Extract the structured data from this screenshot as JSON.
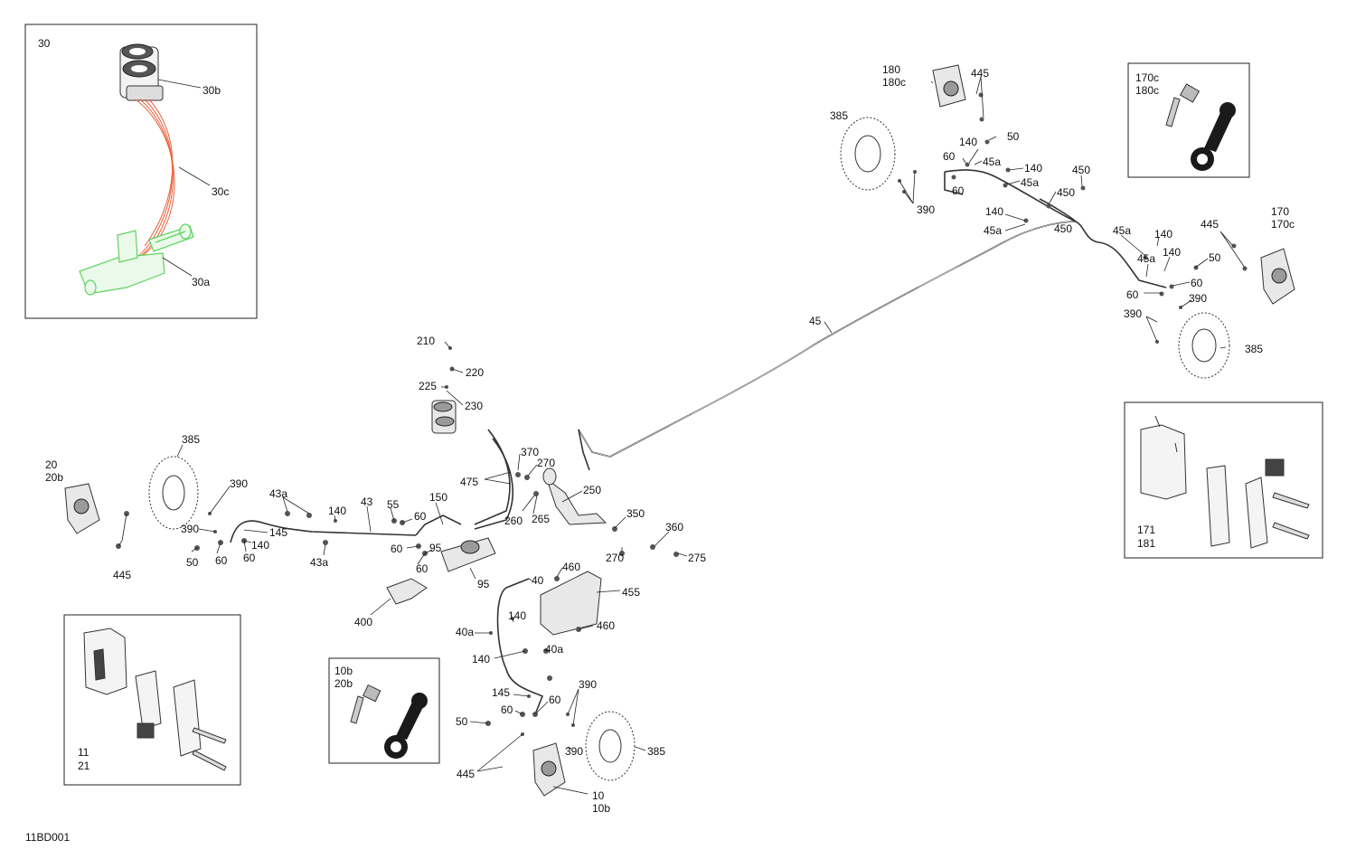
{
  "diagram_id": "11BD001",
  "colors": {
    "line": "#222222",
    "hose_highlight": "#e8603a",
    "highlight_part": "#5fd35f",
    "part_fill": "#e8e8e8",
    "dark_part": "#1a1a1a"
  },
  "insets": {
    "reservoir": {
      "title": "30",
      "labels": [
        "30b",
        "30c",
        "30a"
      ]
    },
    "rear_bleeder": {
      "line1": "170c",
      "line2": "180c"
    },
    "rear_pads": {
      "line1": "171",
      "line2": "181"
    },
    "front_left_pads": {
      "line1": "11",
      "line2": "21"
    },
    "front_bleeder": {
      "line1": "10b",
      "line2": "20b"
    }
  },
  "callouts": {
    "c180": "180",
    "c180c": "180c",
    "c445a": "445",
    "c385a": "385",
    "c50a": "50",
    "c140a": "140",
    "c60a": "60",
    "c45a_a": "45a",
    "c140b": "140",
    "c45a_b": "45a",
    "c450a": "450",
    "c60b": "60",
    "c450b": "450",
    "c390a": "390",
    "c140c": "140",
    "c45a_c": "45a",
    "c450c": "450",
    "c45a_d": "45a",
    "c140d": "140",
    "c45a_e": "45a",
    "c140e": "140",
    "c445b": "445",
    "c170": "170",
    "c170c": "170c",
    "c50b": "50",
    "c60c": "60",
    "c60d": "60",
    "c390b": "390",
    "c390c": "390",
    "c385b": "385",
    "c45": "45",
    "c210": "210",
    "c220": "220",
    "c225": "225",
    "c230": "230",
    "c475": "475",
    "c370": "370",
    "c270a": "270",
    "c250": "250",
    "c260": "260",
    "c265": "265",
    "c350": "350",
    "c360": "360",
    "c270b": "270",
    "c275": "275",
    "c20": "20",
    "c20b": "20b",
    "c385c": "385",
    "c390d": "390",
    "c390e": "390",
    "c43a_a": "43a",
    "c140f": "140",
    "c43": "43",
    "c55": "55",
    "c60e": "60",
    "c150": "150",
    "c145a": "145",
    "c140g": "140",
    "c60f": "60",
    "c60g": "60",
    "c50c": "50",
    "c445c": "445",
    "c60h": "60",
    "c43a_b": "43a",
    "c95a": "95",
    "c60i": "60",
    "c95b": "95",
    "c400": "400",
    "c40": "40",
    "c460a": "460",
    "c455": "455",
    "c140h": "140",
    "c460b": "460",
    "c40a_a": "40a",
    "c40a_b": "40a",
    "c140i": "140",
    "c390f": "390",
    "c145b": "145",
    "c60j": "60",
    "c60k": "60",
    "c50d": "50",
    "c390g": "390",
    "c385d": "385",
    "c445d": "445",
    "c10": "10",
    "c10b": "10b"
  }
}
